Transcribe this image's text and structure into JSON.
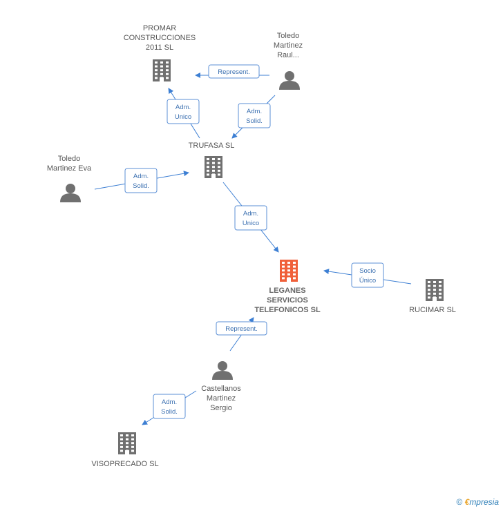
{
  "colors": {
    "company": "#707070",
    "company_main": "#f0603a",
    "person": "#707070",
    "edge": "#3d7fd3",
    "edge_box": "#5b8fd6"
  },
  "nodes": [
    {
      "id": "promar",
      "kind": "company",
      "label_lines": [
        "PROMAR",
        "CONSTRUCCIONES",
        "2011  SL"
      ]
    },
    {
      "id": "raul",
      "kind": "person",
      "label_lines": [
        "Toledo",
        "Martinez",
        "Raul..."
      ]
    },
    {
      "id": "trufasa",
      "kind": "company",
      "label_lines": [
        "TRUFASA SL"
      ]
    },
    {
      "id": "eva",
      "kind": "person",
      "label_lines": [
        "Toledo",
        "Martinez Eva"
      ]
    },
    {
      "id": "leganes",
      "kind": "company_main",
      "label_lines": [
        "LEGANES",
        "SERVICIOS",
        "TELEFONICOS SL"
      ]
    },
    {
      "id": "rucimar",
      "kind": "company",
      "label_lines": [
        "RUCIMAR SL"
      ]
    },
    {
      "id": "sergio",
      "kind": "person",
      "label_lines": [
        "Castellanos",
        "Martinez",
        "Sergio"
      ]
    },
    {
      "id": "visoprecado",
      "kind": "company",
      "label_lines": [
        "VISOPRECADO SL"
      ]
    }
  ],
  "edges": [
    {
      "id": "raul-promar",
      "label_lines": [
        "Represent."
      ]
    },
    {
      "id": "trufasa-promar",
      "label_lines": [
        "Adm.",
        "Unico"
      ]
    },
    {
      "id": "raul-trufasa",
      "label_lines": [
        "Adm.",
        "Solid."
      ]
    },
    {
      "id": "eva-trufasa",
      "label_lines": [
        "Adm.",
        "Solid."
      ]
    },
    {
      "id": "trufasa-leganes",
      "label_lines": [
        "Adm.",
        "Unico"
      ]
    },
    {
      "id": "rucimar-leganes",
      "label_lines": [
        "Socio",
        "Único"
      ]
    },
    {
      "id": "sergio-leganes",
      "label_lines": [
        "Represent."
      ]
    },
    {
      "id": "sergio-visoprecado",
      "label_lines": [
        "Adm.",
        "Solid."
      ]
    }
  ],
  "footer": {
    "copyright_symbol": "©",
    "brand_initial": "€",
    "brand_rest": "mpresia"
  }
}
